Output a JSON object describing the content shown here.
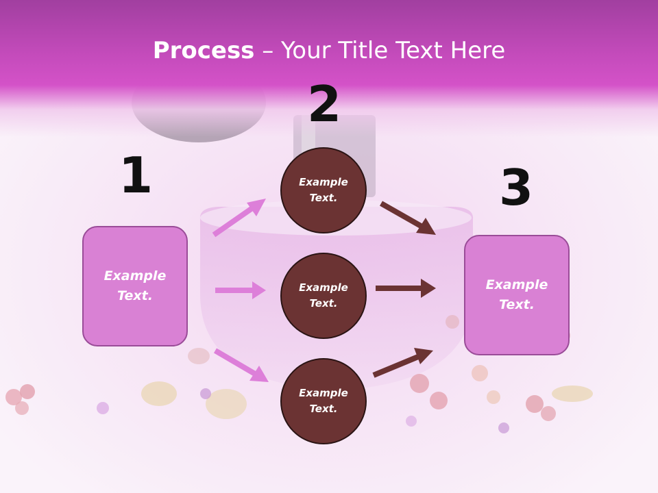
{
  "slide": {
    "title_bold": "Process",
    "title_rest": " – Your Title Text Here",
    "colors": {
      "header": "#c44bbb",
      "box_fill": "#d981d4",
      "box_border": "#9a4c98",
      "circle_fill": "#6b3333",
      "pink_arrow": "#dd7fd9",
      "brown_arrow": "#6b3333"
    }
  },
  "steps": {
    "step1": {
      "number": "1",
      "text": "Example\nText."
    },
    "step2": {
      "number": "2"
    },
    "step3": {
      "number": "3",
      "text": "Example\nText."
    }
  },
  "circles": [
    {
      "text": "Example\nText."
    },
    {
      "text": "Example\nText."
    },
    {
      "text": "Example\nText."
    }
  ]
}
